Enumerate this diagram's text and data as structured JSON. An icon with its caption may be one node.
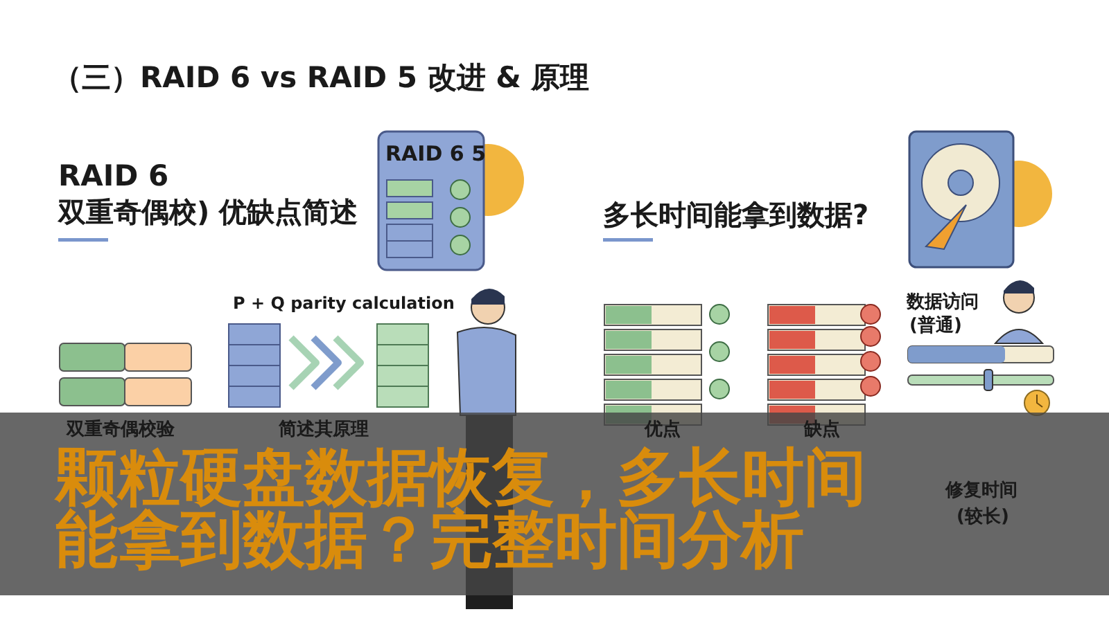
{
  "diagram": {
    "title": "（三）RAID 6 vs RAID 5 改进 & 原理",
    "labels": [
      "RAID 6",
      "双重奇偶校) 优缺点简述",
      "RAID 6 5",
      "多长时间能拿到数据?",
      "P + Q parity calculation",
      "数据访问",
      "(普通)",
      "双重奇偶校验",
      "简述其原理",
      "优点",
      "缺点",
      "修复时间",
      "(较长)",
      "颗粒硬盘数据恢复，多长时间能拿到数据？完整时间分析"
    ]
  }
}
